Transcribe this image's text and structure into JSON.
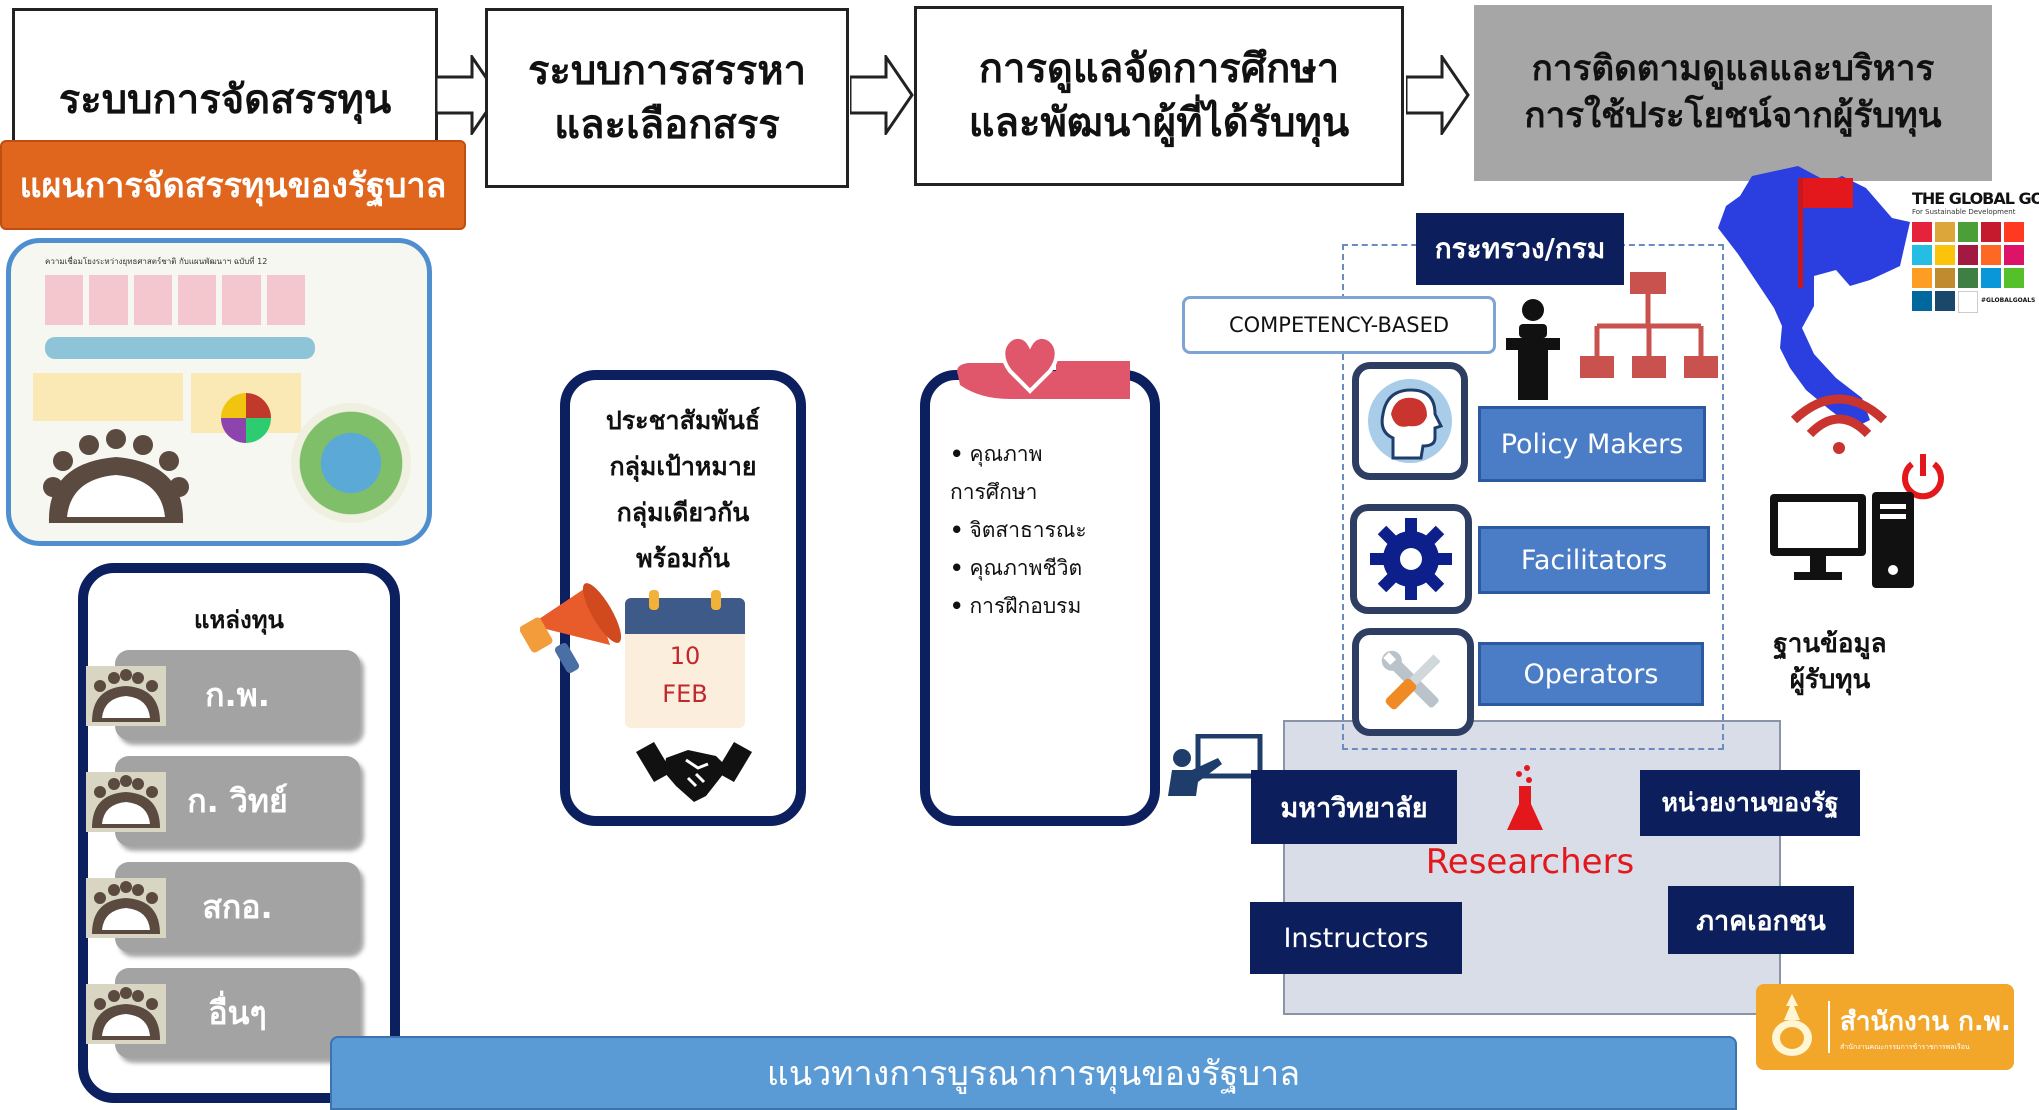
{
  "steps": {
    "s1": "ระบบการจัดสรรทุน",
    "s2": "ระบบการสรรหา\nและเลือกสรร",
    "s3": "การดูแลจัดการศึกษา\nและพัฒนาผู้ที่ได้รับทุน",
    "s4": "การติดตามดูแลและบริหาร\nการใช้ประโยชน์จากผู้รับทุน"
  },
  "orange_label": "แผนการจัดสรรทุนของรัฐบาล",
  "strategy_image": {
    "title": "ความเชื่อมโยงระหว่างยุทธศาสตร์ชาติ กับแผนพัฒนาฯ ฉบับที่ 12"
  },
  "funding": {
    "title": "แหล่งทุน",
    "items": [
      "ก.พ.",
      "ก. วิทย์",
      "สกอ.",
      "อื่นๆ"
    ]
  },
  "pr_panel": {
    "lines": [
      "ประชาสัมพันธ์",
      "กลุ่มเป้าหมาย",
      "กลุ่มเดียวกัน",
      "พร้อมกัน"
    ],
    "calendar_day": "10",
    "calendar_month": "FEB"
  },
  "quality_panel": {
    "items": [
      "คุณภาพ\nการศึกษา",
      "จิตสาธารณะ",
      "คุณภาพชีวิต",
      "การฝึกอบรม"
    ]
  },
  "ministry_label": "กระทรวง/กรม",
  "competency_label": "COMPETENCY-BASED",
  "roles": [
    "Policy Makers",
    "Facilitators",
    "Operators"
  ],
  "institutions": {
    "university": "มหาวิทยาลัย",
    "government": "หน่วยงานของรัฐ",
    "researchers": "Researchers",
    "instructors": "Instructors",
    "private": "ภาคเอกชน"
  },
  "database_label": "ฐานข้อมูล\nผู้รับทุน",
  "global_goals": {
    "title": "THE GLOBAL GOALS",
    "subtitle": "For Sustainable Development",
    "tag": "#GLOBALGOALS"
  },
  "ocsc_logo": {
    "name": "สำนักงาน ก.พ.",
    "sub": "สำนักงานคณะกรรมการข้าราชการพลเรือน"
  },
  "bottom_banner": "แนวทางการบูรณาการทุนของรัฐบาล",
  "colors": {
    "navy": "#0c1f5c",
    "orange": "#e0661d",
    "blue": "#4a7dc6",
    "gray_step": "#a6a6a6",
    "banner": "#5b9bd5",
    "researchers": "#e3181d"
  }
}
